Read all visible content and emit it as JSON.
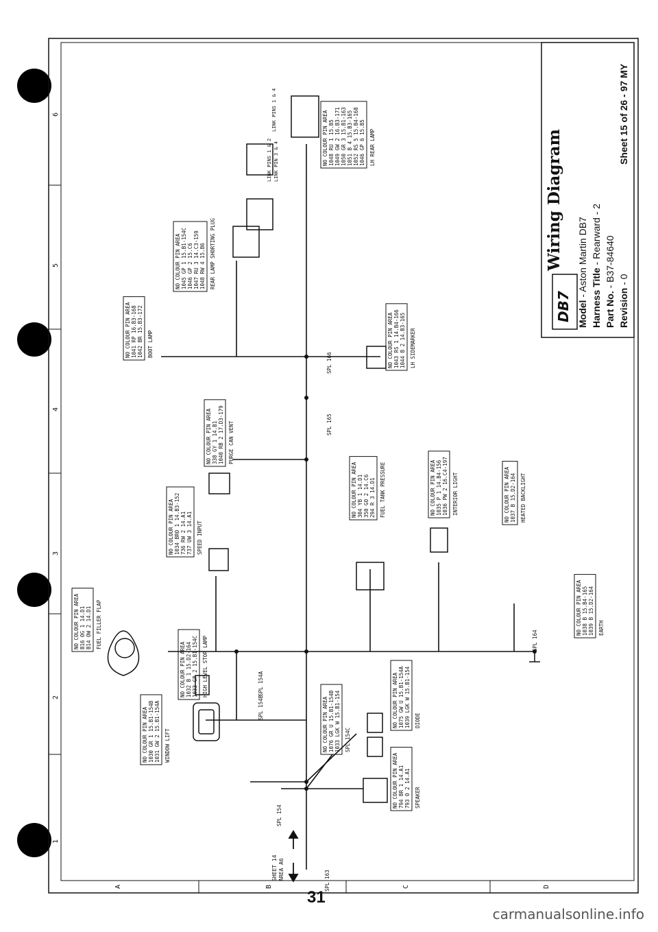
{
  "title_block": {
    "logo_text": "DB7",
    "title": "Wiring Diagram",
    "model_label": "Model",
    "model_value": "Aston Martin DB7",
    "harness_label": "Harness Title",
    "harness_value": "Rearward - 2",
    "part_label": "Part No.",
    "part_value": "B37-84640",
    "revision_label": "Revision",
    "revision_value": "0",
    "sheet": "Sheet 15 of 26 - 97 MY"
  },
  "border": {
    "top_zones": [
      "1",
      "2",
      "3",
      "4",
      "5",
      "6"
    ],
    "side_zones": [
      "A",
      "B",
      "C",
      "D"
    ]
  },
  "page_number": "31",
  "footer": "carmanualsonline.info",
  "table_header": "NO COLOUR PIN AREA",
  "components": [
    {
      "name": "WINDOW LIFT",
      "rows": [
        "1030 GR 1 15.B1-154B",
        "1031 GW 2 15.B1-154A"
      ]
    },
    {
      "name": "FUEL FILLER FLAP",
      "rows": [
        "B16 OG 1 14.D1",
        "B14 OW 2 14.D1"
      ]
    },
    {
      "name": "HIGH LEVEL STOP LAMP",
      "rows": [
        "1032 B 1 15.D2-164",
        "1033 GP 2 15.B1-154C"
      ]
    },
    {
      "name": "SPEED INPUT",
      "rows": [
        "1034 BRO 1 14.B3-152",
        "736 RW 2 14.A1",
        "737 UW 3 14.A1"
      ]
    },
    {
      "name": "PURGE CAN VENT",
      "rows": [
        "338 GY 1 14.B1",
        "1040 RB 2 17.D3-179"
      ]
    },
    {
      "name": "BOOT LAMP",
      "rows": [
        "1041 RP 16.B3-168",
        "1042 BR 15.B3-172"
      ]
    },
    {
      "name": "REAR LAMP SHORTING PLUG",
      "rows": [
        "1045 GP 1 15.B1-154C",
        "1046 GP 2 15.C6",
        "1047 RU 3 14.C3-159",
        "1048 RW 4 15.B6"
      ]
    },
    {
      "name": "LH REAR LAMP",
      "rows": [
        "1048 RU 1 15.B5",
        "1049 GW 2 16.B3-171",
        "1050 GR 3 15.B1-163",
        "1051 B 4 15.B3-165",
        "1052 RS 5 15.B4-168",
        "1046 GP 6 15.B5"
      ]
    },
    {
      "name": "LH SIDEMARKER",
      "rows": [
        "1043 RS 1 14.B4-166",
        "1044 B 2 14.B3-165"
      ]
    },
    {
      "name": "FUEL TANK PRESSURE",
      "rows": [
        "304 YB 1 14.D1",
        "350 GO 2 14.C6",
        "294 R 3 14.D1"
      ]
    },
    {
      "name": "INTERIOR LIGHT",
      "rows": [
        "1035 P 1 14.B4-156",
        "1036 PW 2 16.C4-197"
      ]
    },
    {
      "name": "HEATED BACKLIGHT",
      "rows": [
        "1037 B 15.D2-164"
      ]
    },
    {
      "name": "EARTH",
      "rows": [
        "1038 B 15.B4-165",
        "1039 B 15.D2-164"
      ]
    },
    {
      "name": "SPEAKER",
      "rows": [
        "794 BR 1 14.A1",
        "793 O 2 14.A1"
      ]
    },
    {
      "name": "SPL 154C",
      "rows": [
        "1076 GR U 15.B1-154B",
        "1033 LGK W 15.B1-154"
      ]
    },
    {
      "name": "DIODE",
      "rows": [
        "1075 GW U 15.B1-154A",
        "1039 LGK W 15.B1-154"
      ]
    }
  ],
  "splices": [
    "SPL 154B",
    "SPL 154A",
    "SPL 154",
    "SPL 163",
    "SPL 165",
    "SPL 166",
    "SPL 164"
  ],
  "link_labels": [
    "LINK PINS 1 & 2",
    "LINK PIN 3 & 4",
    "LINK PINS 1 & 4"
  ],
  "sheet_ref": [
    "SHEET 14",
    "AREA A6"
  ]
}
